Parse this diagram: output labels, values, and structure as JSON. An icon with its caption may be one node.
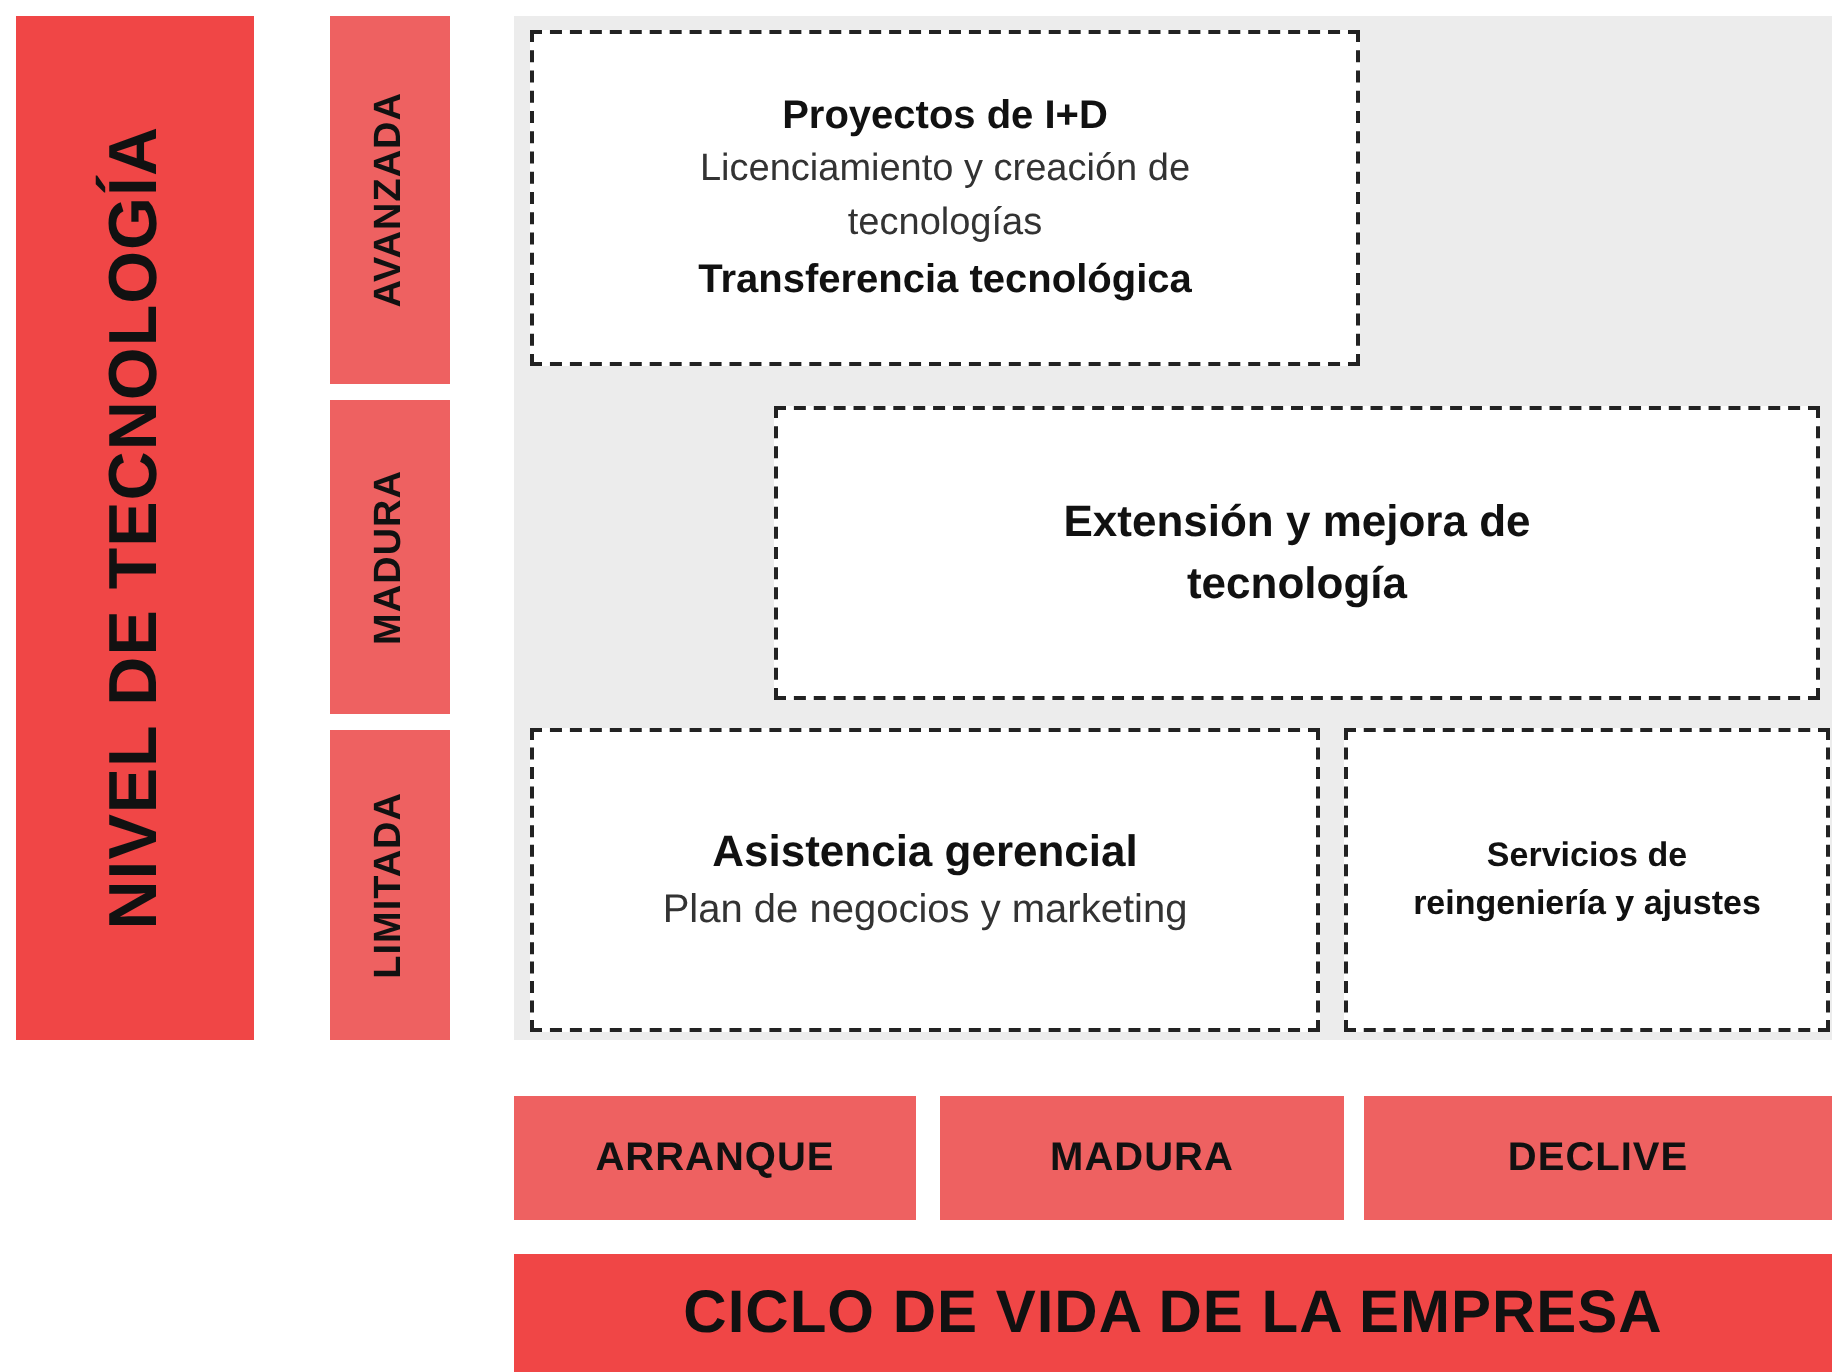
{
  "diagram": {
    "nodes": [
      {
        "text": [
          "NIVEL DE TECNOLOGÍA"
        ]
      },
      {
        "text": [
          "AVANZADA"
        ]
      },
      {
        "text": [
          "MADURA"
        ]
      },
      {
        "text": [
          "LIMITADA"
        ]
      },
      {
        "text": [],
        "shape": "box"
      },
      {
        "text": [
          "Proyectos de I+D",
          "Licenciamiento y creación de tecnologías",
          "Transferencia tecnológica"
        ],
        "in": 4
      },
      {
        "text": [
          "Extensión y mejora de tecnología"
        ],
        "in": 4
      },
      {
        "text": [
          "Asistencia gerencial",
          "Plan de negocios y marketing"
        ],
        "in": 4
      },
      {
        "text": [
          "Servicios de reingeniería y ajustes"
        ],
        "in": 4
      },
      {
        "text": [
          "ARRANQUE"
        ]
      },
      {
        "text": [
          "MADURA"
        ]
      },
      {
        "text": [
          "DECLIVE"
        ]
      },
      {
        "text": [
          "CICLO DE VIDA DE LA EMPRESA"
        ]
      }
    ]
  }
}
